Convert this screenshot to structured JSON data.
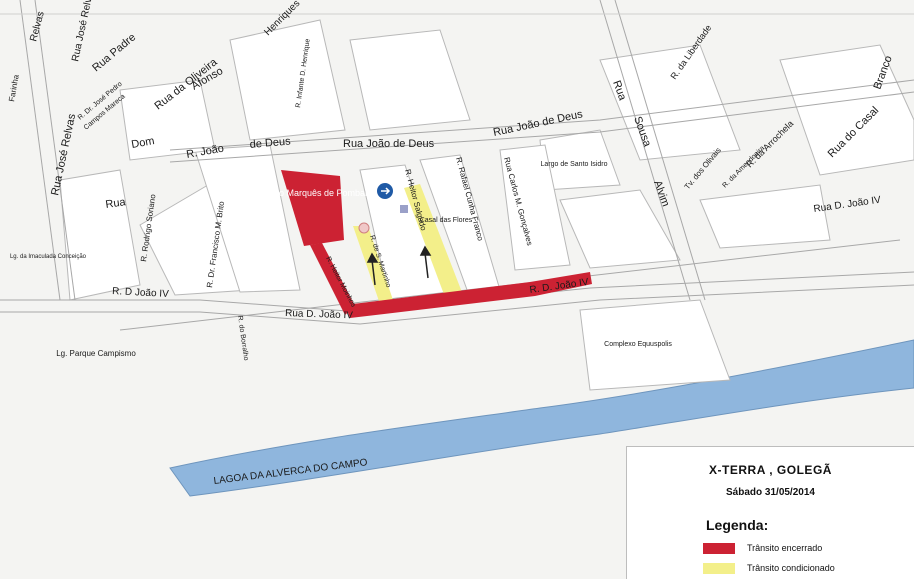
{
  "title": "X-TERRA , GOLEGÃ",
  "date": "Sábado 31/05/2014",
  "legend": {
    "heading": "Legenda:",
    "items": [
      {
        "label": "Trânsito encerrado",
        "color": "#cc2233"
      },
      {
        "label": "Trânsito condicionado",
        "color": "#f3ef8a"
      }
    ]
  },
  "colors": {
    "closed": "#cc2233",
    "conditioned": "#f3ef8a",
    "water": "#8fb6dd",
    "block": "#ffffff",
    "road": "#e9e9e7"
  },
  "streets": {
    "relvas": "Relvas",
    "rua_jose_relvas_top": "Rua José Relvas",
    "rua_padre": "Rua Padre",
    "rua_da_oliveira": "Rua da Oliveira",
    "henriques": "Henriques",
    "farinha": "Farinha",
    "rua_jose_relvas": "Rua José Relvas",
    "dr_jose_pedro": "R. Dr. José Pedro",
    "campos_mareca": "Campos Mareca",
    "dom": "Dom",
    "afonso": "Afonso",
    "infante_henrique": "R. Infante D. Henrique",
    "r_joao_de": "R. João",
    "de_deus_left": "de Deus",
    "rua_joao_de_deus": "Rua João de Deus",
    "rua_joao_de_deus_2": "Rua João de Deus",
    "rua_left": "Rua",
    "rodrigo_soriano": "R. Rodrigo Soriano",
    "francisco_brito": "R. Dr. Francisco M. Brito",
    "heitor_salgado": "R. Heitor Salgado",
    "rafael_cunha": "R. Rafael Cunha Franco",
    "carlos_goncalves": "Rua Carlos M. Gonçalves",
    "sousa": "Sousa",
    "alvim": "Alvim",
    "rua_right": "Rua",
    "r_liberdade": "R. da Liberdade",
    "r_arrochela": "R. da Arrochela",
    "r_amendoeira": "R. da Amendoeira",
    "tv_olivais": "Tv. dos Olivais",
    "rua_do_casal": "Rua do Casal",
    "branco": "Branco",
    "rua_d_joao_iv_right": "Rua D. João IV",
    "r_d_joao_iv": "R. D João IV",
    "rua_d_joao_iv": "Rua D. João IV",
    "r_d_joao_iv_red": "R. D. João IV",
    "r_de_s_martinho": "R. de S. Martinho",
    "r_heitor_moinhos": "R. Heitor Moinhos",
    "r_do_borralho": "R. do Borralho",
    "largo_marques": "Largo Marquês de Pombal",
    "casal_das_flores": "Casal das Flores",
    "largo_santo_isidro": "Largo de Santo Isidro",
    "lg_imaculada": "Lg. da Imaculada Conceição",
    "lg_parque_campismo": "Lg. Parque Campismo",
    "complexo": "Complexo Equuspolis",
    "lagoa": "LAGOA DA ALVERCA DO CAMPO"
  }
}
